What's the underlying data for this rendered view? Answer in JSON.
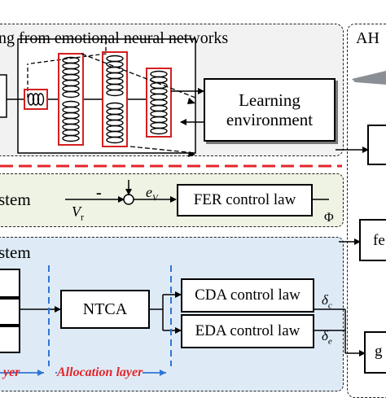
{
  "top_panel": {
    "title": "ng from emotional neural networks",
    "environment": {
      "line1": "Learning",
      "line2": "environment"
    }
  },
  "right_panel": {
    "title": "AH"
  },
  "middle_panel": {
    "title": "stem",
    "block": "FER control law",
    "vr_label": "V",
    "vr_sub": "r",
    "ev_label": "e",
    "ev_sub": "V",
    "minus": "-",
    "phi": "Φ"
  },
  "bottom_panel": {
    "title": "stem",
    "ntca": "NTCA",
    "cda": "CDA control law",
    "eda": "EDA control law",
    "delta_c": "δ",
    "delta_c_sub": "c",
    "delta_e": "δ",
    "delta_e_sub": "e",
    "layer_left": "yer",
    "layer_alloc": "Allocation layer"
  },
  "right_side": {
    "fe_label": "fe",
    "g_label": "g"
  },
  "colors": {
    "top_bg": "#f2f2f2",
    "middle_bg": "#eef3e4",
    "bottom_bg": "#deebf7",
    "separator": "#e3262a",
    "layer_blue": "#2e75d6",
    "neuron_red": "#d32020"
  }
}
